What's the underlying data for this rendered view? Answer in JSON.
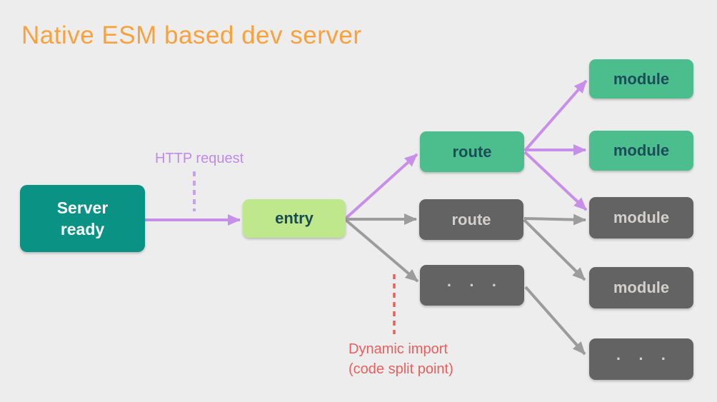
{
  "title": "Native ESM based dev server",
  "annotations": {
    "http_request": "HTTP request",
    "dynamic_import_line1": "Dynamic import",
    "dynamic_import_line2": "(code split point)"
  },
  "nodes": {
    "server_ready": {
      "label": "Server\nready",
      "state": "ready"
    },
    "entry": {
      "label": "entry",
      "state": "loaded"
    },
    "route_active": {
      "label": "route",
      "state": "requested"
    },
    "route_inactive": {
      "label": "route",
      "state": "not-requested"
    },
    "ellipsis_mid": {
      "label": "· · ·",
      "state": "not-requested"
    },
    "module_active_1": {
      "label": "module",
      "state": "requested"
    },
    "module_active_2": {
      "label": "module",
      "state": "requested"
    },
    "module_inactive_1": {
      "label": "module",
      "state": "not-requested"
    },
    "module_inactive_2": {
      "label": "module",
      "state": "not-requested"
    },
    "ellipsis_right": {
      "label": "· · ·",
      "state": "not-requested"
    }
  },
  "edges": [
    {
      "from": "server_ready",
      "to": "entry",
      "kind": "http-request",
      "color": "purple"
    },
    {
      "from": "entry",
      "to": "route_active",
      "kind": "http-request",
      "color": "purple"
    },
    {
      "from": "entry",
      "to": "route_inactive",
      "kind": "dynamic-import",
      "color": "gray"
    },
    {
      "from": "entry",
      "to": "ellipsis_mid",
      "kind": "dynamic-import",
      "color": "gray"
    },
    {
      "from": "route_active",
      "to": "module_active_1",
      "kind": "http-request",
      "color": "purple"
    },
    {
      "from": "route_active",
      "to": "module_active_2",
      "kind": "http-request",
      "color": "purple"
    },
    {
      "from": "route_active",
      "to": "module_inactive_1",
      "kind": "http-request",
      "color": "purple"
    },
    {
      "from": "route_inactive",
      "to": "module_inactive_1",
      "kind": "import",
      "color": "gray"
    },
    {
      "from": "route_inactive",
      "to": "module_inactive_2",
      "kind": "import",
      "color": "gray"
    },
    {
      "from": "ellipsis_mid",
      "to": "ellipsis_right",
      "kind": "import",
      "color": "gray"
    }
  ],
  "colors": {
    "background": "#ededed",
    "title_text": "#f9a23d",
    "server_ready_box": "#0a9285",
    "server_ready_text": "#ffffff",
    "entry_box": "#bfe88c",
    "active_box": "#4cbe8d",
    "active_box_text": "#1b4d59",
    "inactive_box": "#636363",
    "inactive_box_text": "#d2d0ce",
    "purple_arrow": "#c78fe9",
    "purple_dashed_line": "#c9a0ec",
    "purple_label_text": "#bf8be9",
    "gray_arrow": "#9c9c9c",
    "red_label_text": "#e8605e"
  }
}
